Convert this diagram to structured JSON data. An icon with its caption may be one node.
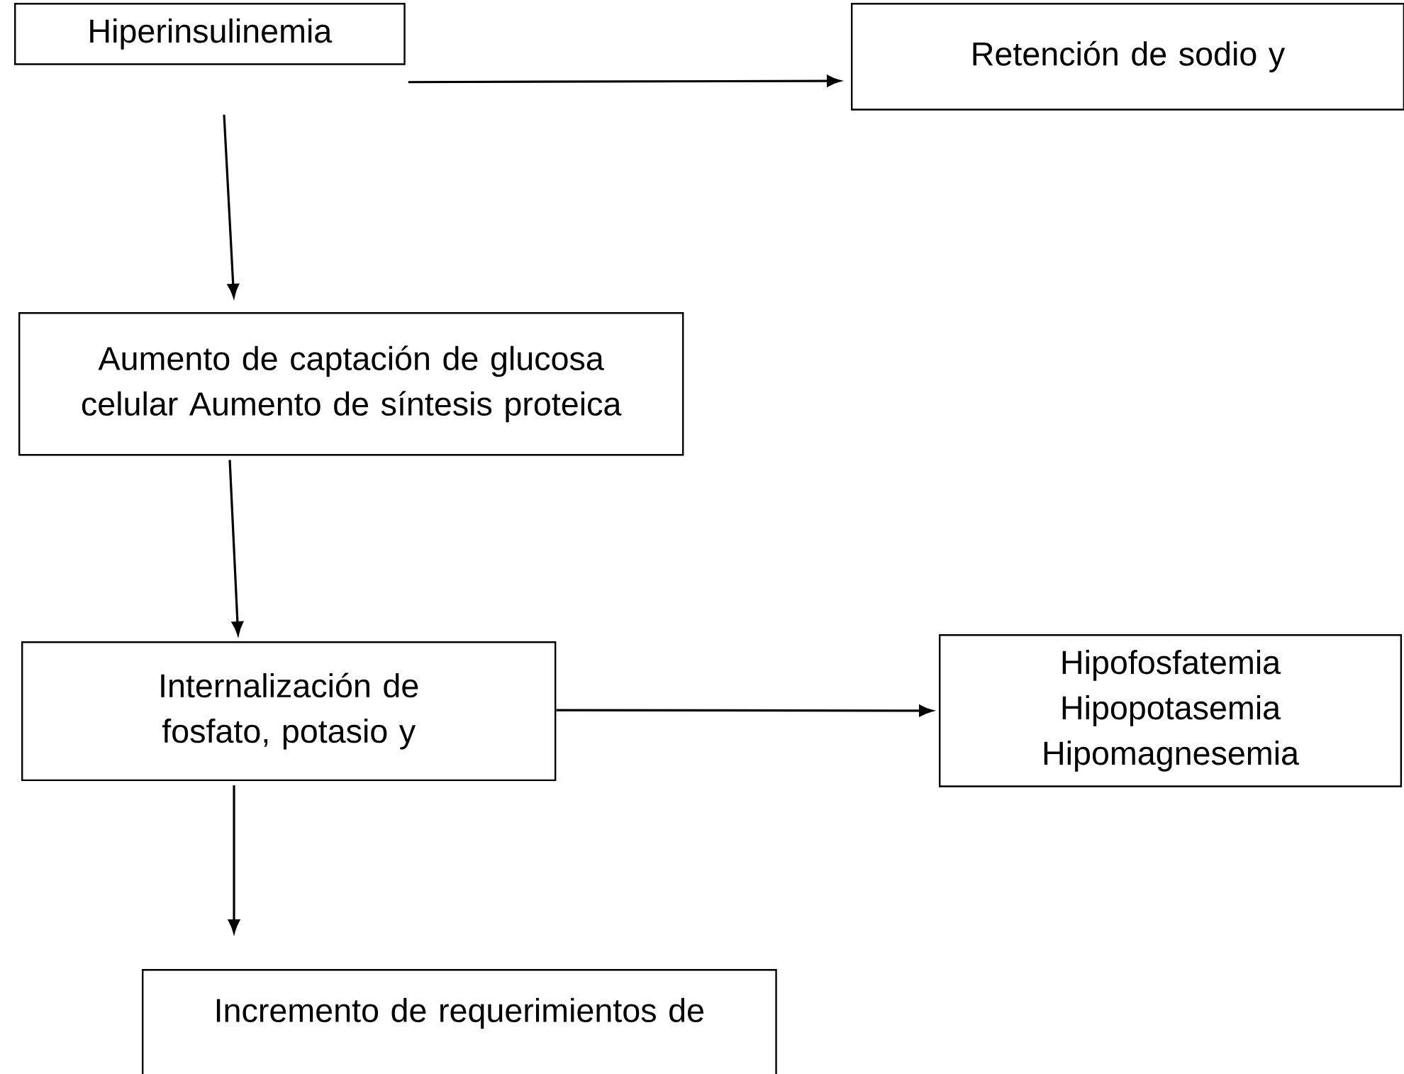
{
  "diagram": {
    "nodes": [
      {
        "text": [
          "Hiperinsulinemia"
        ]
      },
      {
        "text": [
          "Retención de sodio y"
        ]
      },
      {
        "text": [
          "Aumento de captación de glucosa celular Aumento de síntesis proteica"
        ]
      },
      {
        "text": [
          "Internalización de fosfato, potasio y"
        ]
      },
      {
        "text": [
          "Hipofosfatemia Hipopotasemia Hipomagnesemia"
        ]
      },
      {
        "text": [
          "Incremento de requerimientos de"
        ]
      }
    ],
    "edges": [
      {
        "from": 0,
        "to": 1,
        "arrow": "to"
      },
      {
        "from": 0,
        "to": 2,
        "arrow": "to"
      },
      {
        "from": 2,
        "to": 3,
        "arrow": "to"
      },
      {
        "from": 3,
        "to": 4,
        "arrow": "to"
      },
      {
        "from": 3,
        "to": 5,
        "arrow": "to"
      }
    ]
  }
}
